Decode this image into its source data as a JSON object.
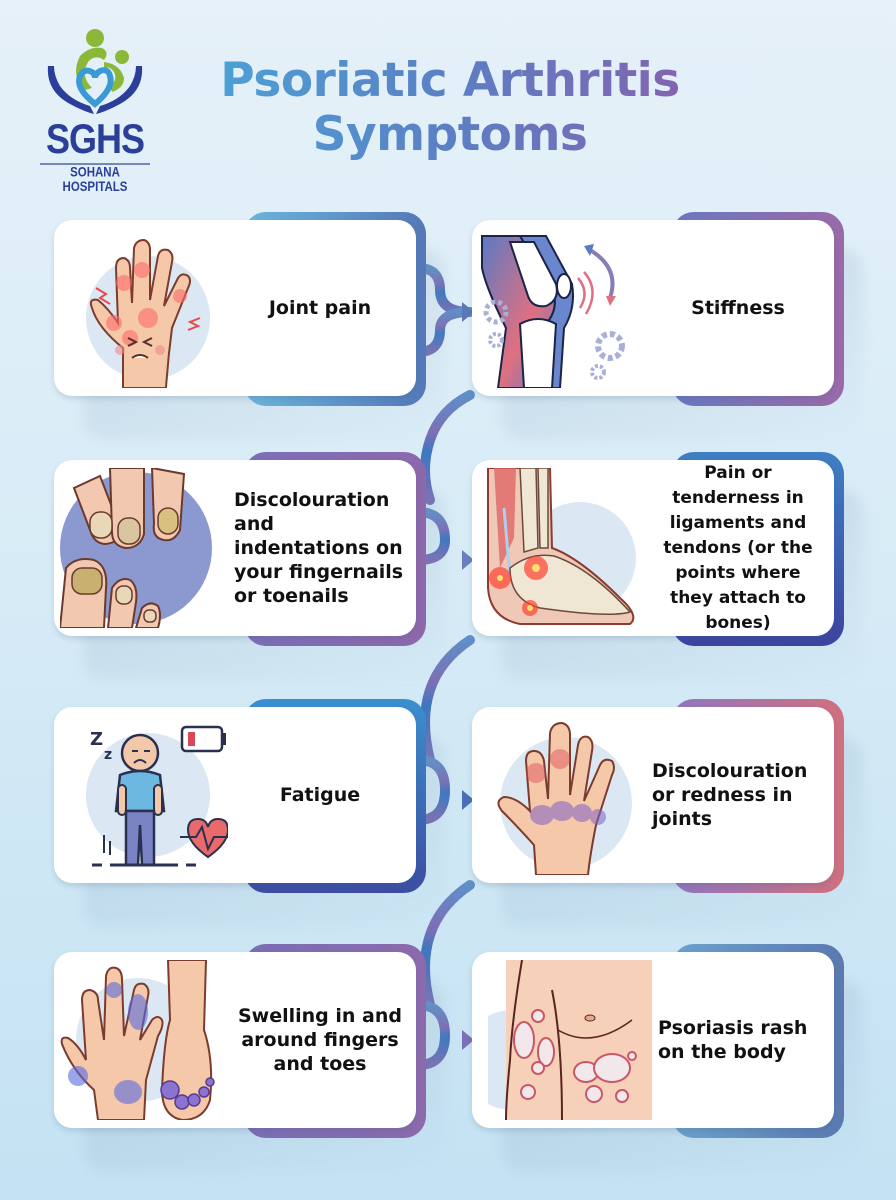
{
  "logo": {
    "acronym": "SGHS",
    "name": "SOHANA HOSPITALS",
    "colors": {
      "blue": "#2b3f9a",
      "green": "#8cb83a",
      "lightblue": "#3a9ad5"
    }
  },
  "title": {
    "line1": "Psoriatic Arthritis",
    "line2": "Symptoms",
    "gradient": [
      "#4aa6d6",
      "#5b7fc4",
      "#8a5fae"
    ]
  },
  "symptoms": [
    {
      "label": "Joint pain",
      "illustration": "painful-hand-icon",
      "accent": [
        "#6bb6dc",
        "#5478b8"
      ]
    },
    {
      "label": "Stiffness",
      "illustration": "knee-joint-icon",
      "accent": [
        "#6a78c0",
        "#9a6aa8"
      ]
    },
    {
      "label": "Discolouration and indentations on your fingernails or toenails",
      "illustration": "damaged-nails-icon",
      "accent": [
        "#7b6fb6",
        "#8d68ab"
      ]
    },
    {
      "label": "Pain or tenderness in ligaments and tendons (or the points where they attach to bones)",
      "illustration": "ankle-tendon-icon",
      "accent": [
        "#3f7fc4",
        "#3c44a0"
      ]
    },
    {
      "label": "Fatigue",
      "illustration": "tired-person-icon",
      "accent": [
        "#3b8fcf",
        "#3c4da3"
      ]
    },
    {
      "label": "Discolouration or redness in joints",
      "illustration": "red-joints-hand-icon",
      "accent": [
        "#8f76bf",
        "#d1707e"
      ]
    },
    {
      "label": "Swelling in and around fingers and toes",
      "illustration": "swollen-hand-foot-icon",
      "accent": [
        "#7a6eb4",
        "#8c6aac"
      ]
    },
    {
      "label": "Psoriasis rash on the body",
      "illustration": "body-rash-icon",
      "accent": [
        "#6ba2cc",
        "#5a79b0"
      ]
    }
  ]
}
